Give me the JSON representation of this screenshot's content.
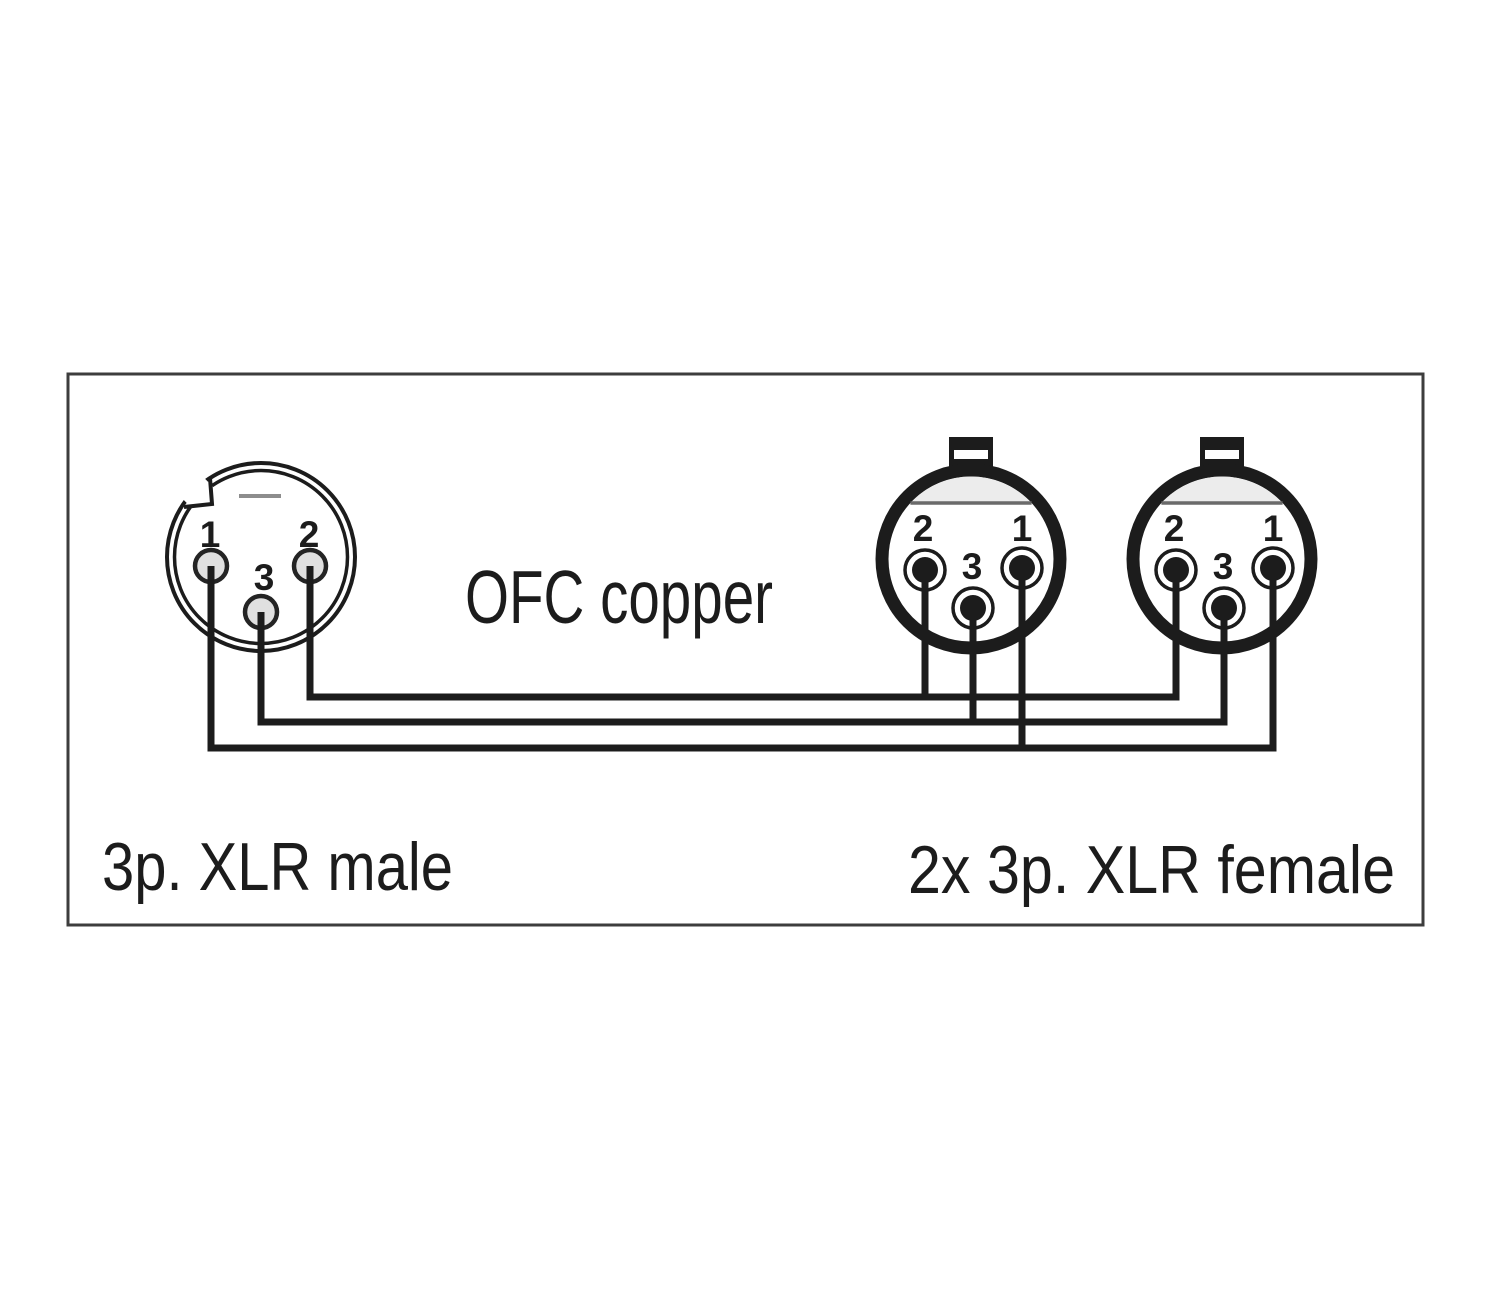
{
  "diagram": {
    "ofc_label": "OFC copper",
    "caption_left": "3p. XLR male",
    "caption_right": "2x 3p. XLR female",
    "male_connector": {
      "pin1": "1",
      "pin2": "2",
      "pin3": "3"
    },
    "female_connector_1": {
      "pin1": "1",
      "pin2": "2",
      "pin3": "3"
    },
    "female_connector_2": {
      "pin1": "1",
      "pin2": "2",
      "pin3": "3"
    },
    "colors": {
      "ink": "#1c1c1c",
      "border": "#3d3d3d",
      "male_pin_fill": "#e0e0e0",
      "female_band_fill": "#ececec",
      "female_band_edge": "#6a6a6a",
      "key_dash": "#8d8d8d",
      "background": "#ffffff"
    }
  }
}
